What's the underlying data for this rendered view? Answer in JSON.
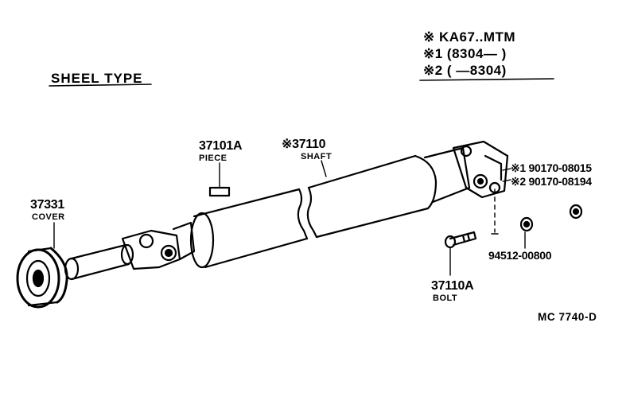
{
  "diagram": {
    "title": "SHEEL TYPE",
    "legend": {
      "model": "※ KA67..MTM",
      "range1": "※1 (8304—      )",
      "range2": "※2 (      —8304)"
    },
    "parts": {
      "cover": {
        "number": "37331",
        "name": "COVER"
      },
      "piece": {
        "number": "37101A",
        "name": "PIECE"
      },
      "shaft": {
        "number": "※37110",
        "name": "SHAFT"
      },
      "nut1": {
        "number": "※1 90170-08015"
      },
      "nut2": {
        "number": "※2 90170-08194"
      },
      "washer": {
        "number": "94512-00800"
      },
      "bolt": {
        "number": "37110A",
        "name": "BOLT"
      }
    },
    "code": "MC 7740-D"
  }
}
